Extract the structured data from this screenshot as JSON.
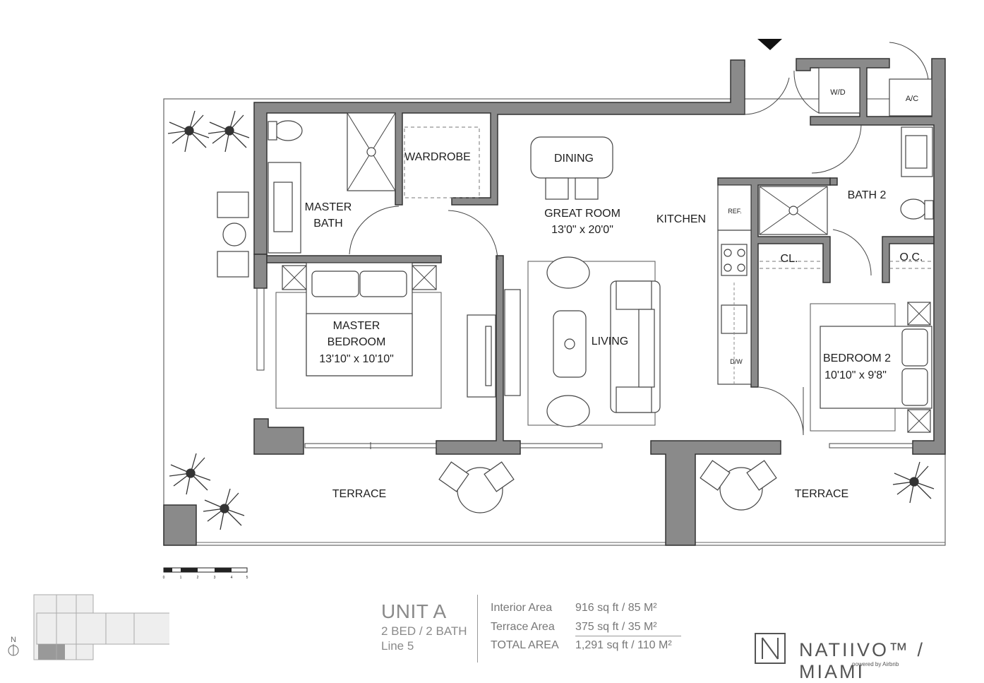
{
  "rooms": {
    "wardrobe": "WARDROBE",
    "dining": "DINING",
    "great_room": "GREAT ROOM",
    "great_room_dim": "13'0\" x 20'0\"",
    "kitchen": "KITCHEN",
    "master_bath_1": "MASTER",
    "master_bath_2": "BATH",
    "master_bedroom_1": "MASTER",
    "master_bedroom_2": "BEDROOM",
    "master_bedroom_dim": "13'10\" x 10'10\"",
    "living": "LIVING",
    "bath2": "BATH 2",
    "closet": "CL.",
    "open_closet": "O.C.",
    "bedroom2": "BEDROOM 2",
    "bedroom2_dim": "10'10\" x 9'8\"",
    "terrace_left": "TERRACE",
    "terrace_right": "TERRACE",
    "wd": "W/D",
    "ac": "A/C",
    "ref": "REF.",
    "dw": "D/W"
  },
  "scale_ticks": [
    "0",
    "1",
    "2",
    "3",
    "4",
    "5"
  ],
  "keyplan": {
    "north": "N"
  },
  "unit": {
    "title": "UNIT A",
    "beds": "2 BED / 2 BATH",
    "line": "Line 5"
  },
  "areas": {
    "interior_label": "Interior Area",
    "interior_value": "916 sq ft / 85 M²",
    "terrace_label": "Terrace Area",
    "terrace_value": "375 sq ft / 35 M²",
    "total_label": "TOTAL AREA",
    "total_value": "1,291 sq ft / 110 M²"
  },
  "brand": {
    "name": "NATIIVO™ / MIAMI",
    "sub": "powered by Airbnb"
  }
}
